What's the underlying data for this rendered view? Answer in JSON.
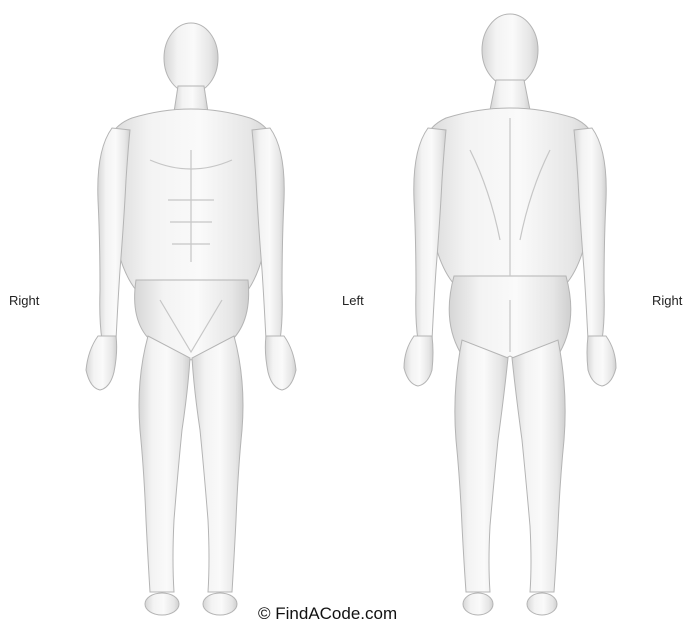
{
  "labels": {
    "front_side": "Right",
    "middle": "Left",
    "back_side": "Right"
  },
  "copyright": "© FindACode.com",
  "colors": {
    "body_fill": "#f1f1f1",
    "body_shade": "#cfcfcf",
    "outline": "#a9a9a9"
  }
}
